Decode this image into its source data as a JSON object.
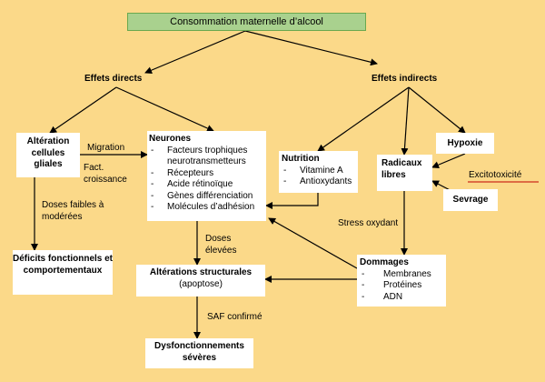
{
  "top": "Consommation maternelle d’alcool",
  "branches": {
    "direct": "Effets directs",
    "indirect": "Effets indirects"
  },
  "alteration": "Altération cellules gliales",
  "neurones": {
    "title": "Neurones",
    "items": [
      "Facteurs trophiques neurotransmetteurs",
      "Récepteurs",
      "Acide rétinoïque",
      "Gènes différenciation",
      "Molécules d’adhésion"
    ]
  },
  "migration_label": "Migration",
  "fact_label": "Fact. croissance",
  "doses_faibles": "Doses faibles à modérées",
  "deficits": "Déficits fonctionnels et comportementaux",
  "doses_elevees": "Doses élevées",
  "alterations_structurales": {
    "title": "Altérations structurales",
    "sub": "(apoptose)"
  },
  "saf": "SAF confirmé",
  "dysfonctionnements": "Dysfonctionnements sévères",
  "nutrition": {
    "title": "Nutrition",
    "items": [
      "Vitamine A",
      "Antioxydants"
    ]
  },
  "radicaux": "Radicaux libres",
  "hypoxie": "Hypoxie",
  "sevrage": "Sevrage",
  "excitotoxicite": "Excitotoxicité",
  "stress": "Stress oxydant",
  "dommages": {
    "title": "Dommages",
    "items": [
      "Membranes",
      "Protéines",
      "ADN"
    ]
  },
  "colors": {
    "background": "#fbd989",
    "top_box": "#a9d18e",
    "top_border": "#6aa84f",
    "arrow": "#000000",
    "excito_underline": "#c00000"
  }
}
